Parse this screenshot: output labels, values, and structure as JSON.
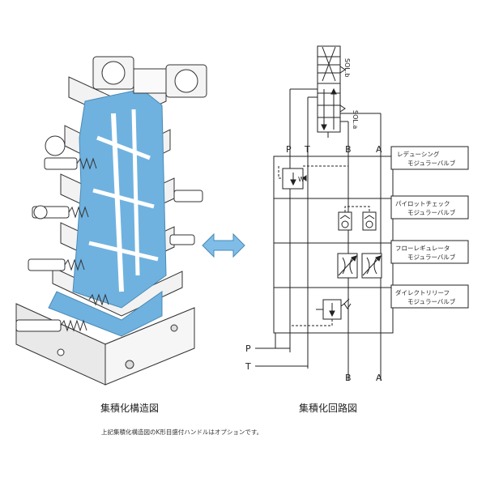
{
  "captions": {
    "left": "集積化構造図",
    "right": "集積化回路図",
    "footnote": "上記集積化構造図のK形目盛付ハンドルはオプションです。"
  },
  "ports": {
    "p_top": "P",
    "t_top": "T",
    "b_top": "B",
    "a_top": "A",
    "p_left": "P",
    "t_left": "T",
    "b_bottom": "B",
    "a_bottom": "A",
    "sol_b": "SOL.b",
    "sol_a": "SOL.a",
    "w_mark": "W"
  },
  "modules": [
    {
      "name_line1": "レデューシング",
      "name_line2": "モジュラーバルブ"
    },
    {
      "name_line1": "パイロットチェック",
      "name_line2": "モジュラーバルブ"
    },
    {
      "name_line1": "フローレギュレータ",
      "name_line2": "モジュラーバルブ"
    },
    {
      "name_line1": "ダイレクトリリーフ",
      "name_line2": "モジュラーバルブ"
    }
  ],
  "colors": {
    "accent_blue": "#6fb2e0",
    "line": "#222222",
    "arrow_fill": "#7fbde8"
  },
  "icons": {
    "exchange": "double-headed-arrow-icon"
  }
}
